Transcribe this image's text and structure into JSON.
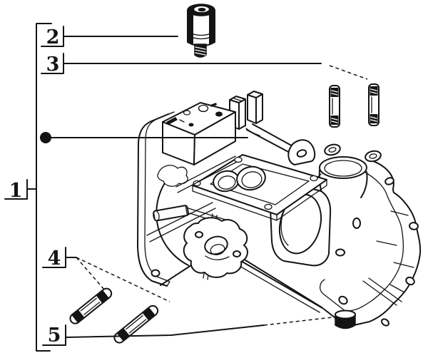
{
  "figure": {
    "type": "exploded-parts-diagram",
    "background_color": "#ffffff",
    "line_color": "#141414",
    "callouts": [
      {
        "number": "1"
      },
      {
        "number": "2"
      },
      {
        "number": "3"
      },
      {
        "number": "4"
      },
      {
        "number": "5"
      }
    ]
  }
}
